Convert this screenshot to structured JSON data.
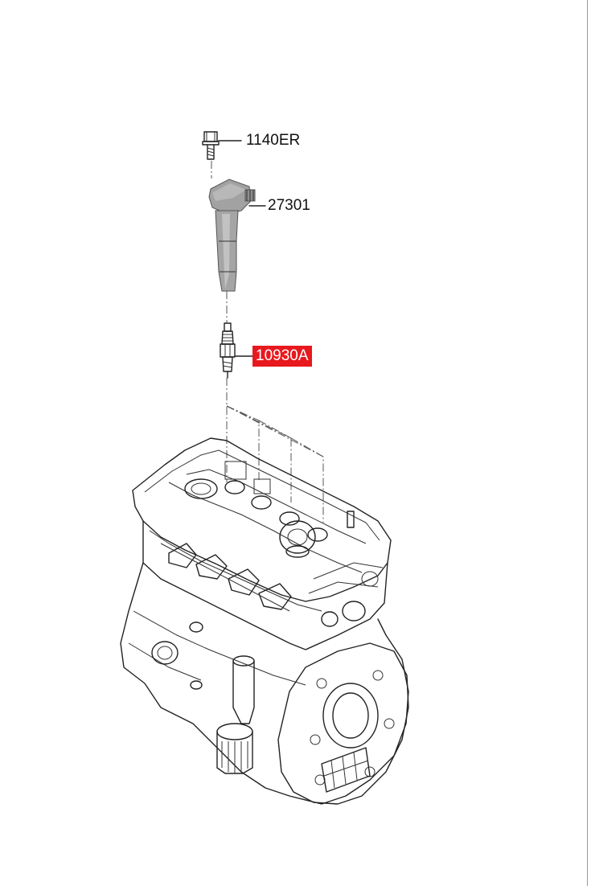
{
  "callouts": {
    "bolt": {
      "label": "1140ER"
    },
    "ignition_coil": {
      "label": "27301"
    },
    "spark_plug": {
      "label": "10930A"
    }
  },
  "colors": {
    "highlight": "#e8191e",
    "coil_body": "#9c9c9c",
    "line": "#222222"
  }
}
